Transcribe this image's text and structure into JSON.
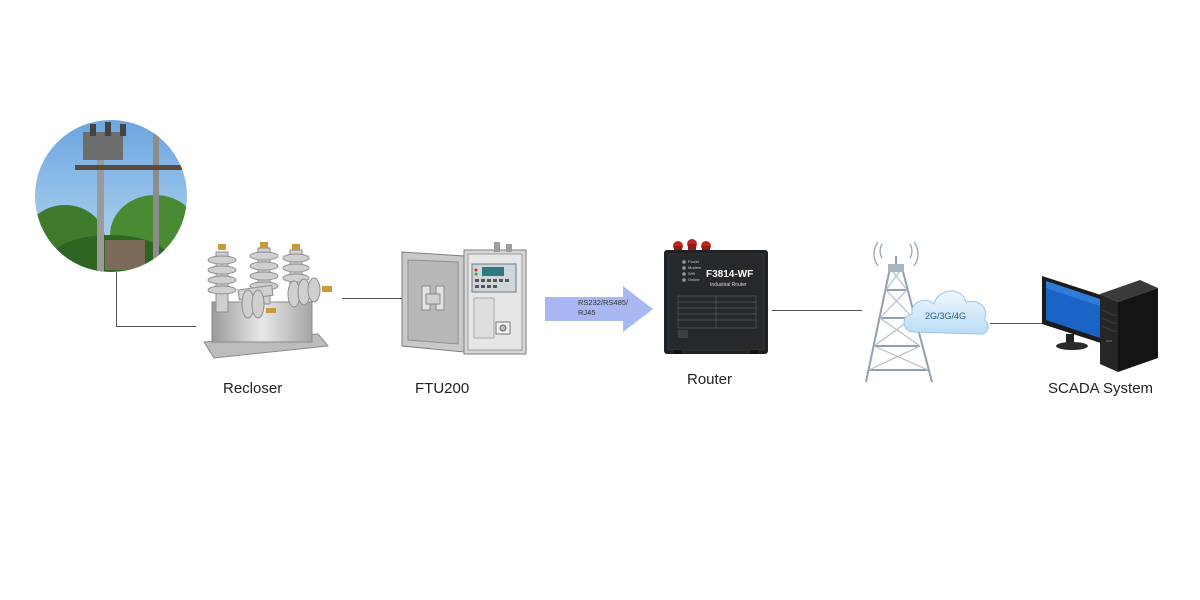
{
  "nodes": {
    "recloser": {
      "label": "Recloser"
    },
    "ftu": {
      "label": "FTU200"
    },
    "router": {
      "label": "Router",
      "model": "F3814-WF",
      "subtitle": "Industrial Router",
      "leds": [
        "Power",
        "Modem",
        "Wifi",
        "Online"
      ]
    },
    "network": {
      "label": "2G/3G/4G"
    },
    "scada": {
      "label": "SCADA System"
    }
  },
  "links": {
    "protocol": {
      "line1": "RS232/RS485/",
      "line2": "RJ45"
    }
  },
  "colors": {
    "arrow": "#a9b8f2",
    "connector": "#555555",
    "cloud": "#d7ecfb"
  }
}
